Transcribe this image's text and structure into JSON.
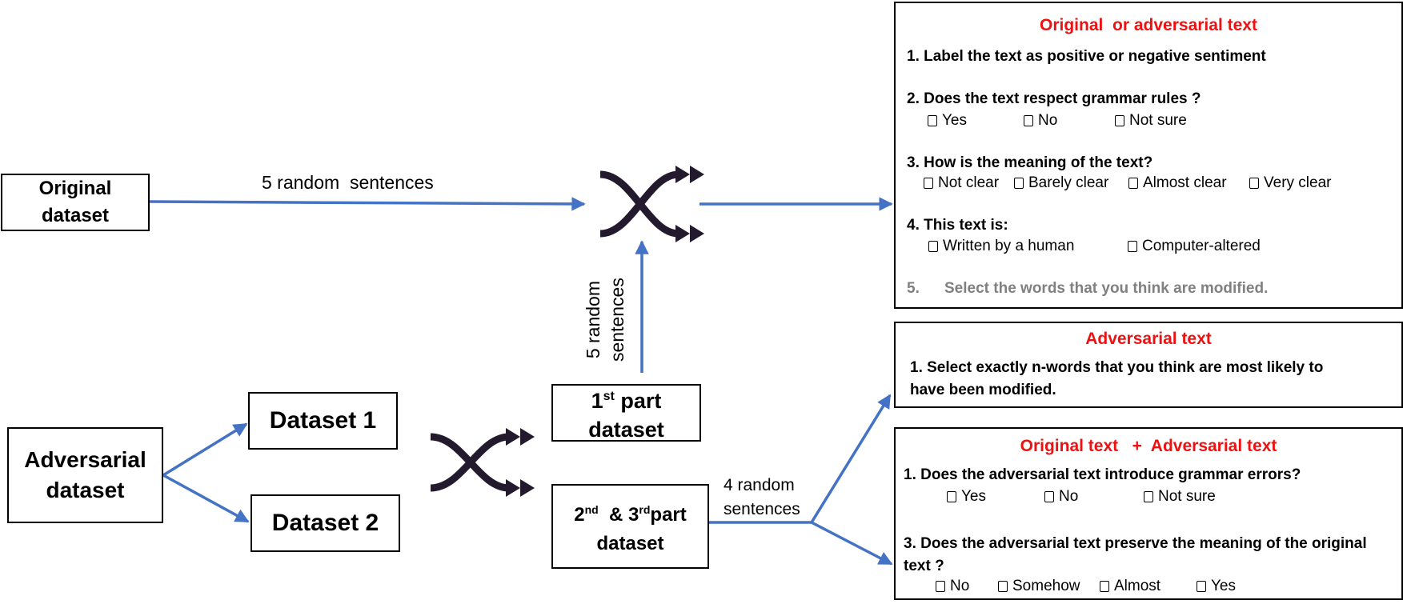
{
  "nodes": {
    "original_dataset": [
      "Original",
      "dataset"
    ],
    "adversarial_dataset": [
      "Adversarial",
      "dataset"
    ],
    "dataset1": "Dataset 1",
    "dataset2": "Dataset 2",
    "first_part": {
      "num": "1",
      "sup": "st",
      "word": " part",
      "line2": "dataset"
    },
    "second_third_part": {
      "num1": "2",
      "sup1": "nd",
      "mid": "  & 3",
      "sup2": "rd",
      "word": "part",
      "line2": "dataset"
    }
  },
  "edge_labels": {
    "original_to_shuffle": "5 random  sentences",
    "part1_to_shuffle": [
      "5 random",
      "sentences"
    ],
    "part23_out": [
      "4 random",
      "sentences"
    ]
  },
  "panels": {
    "original_or_adversarial": {
      "title": "Original  or adversarial text",
      "q1": "1. Label the text as positive or negative sentiment",
      "q2": "2. Does the text respect grammar rules ?",
      "q2_options": [
        "Yes",
        "No",
        "Not sure"
      ],
      "q3": "3. How is the meaning of the text?",
      "q3_options": [
        "Not clear",
        "Barely clear",
        "Almost clear",
        "Very clear"
      ],
      "q4": "4. This text is:",
      "q4_options": [
        "Written by a human",
        "Computer-altered"
      ],
      "q5_num": "5.",
      "q5": "Select the words that you think are modified."
    },
    "adversarial": {
      "title": "Adversarial text",
      "q1": "1. Select exactly n-words that you think are most likely to have been modified."
    },
    "original_plus_adversarial": {
      "title": "Original text   +  Adversarial text",
      "q1": "1. Does the adversarial text introduce grammar errors?",
      "q1_options": [
        "Yes",
        "No",
        "Not sure"
      ],
      "q3": "3. Does the adversarial text preserve the meaning of the original text ?",
      "q3_options": [
        "No",
        "Somehow",
        "Almost",
        "Yes"
      ]
    }
  },
  "colors": {
    "arrow": "#4472c4",
    "shuffle": "#231a2e",
    "panel_title": "#ee1111",
    "muted": "#808080"
  },
  "icons": [
    "shuffle-icon",
    "checkbox-icon"
  ]
}
